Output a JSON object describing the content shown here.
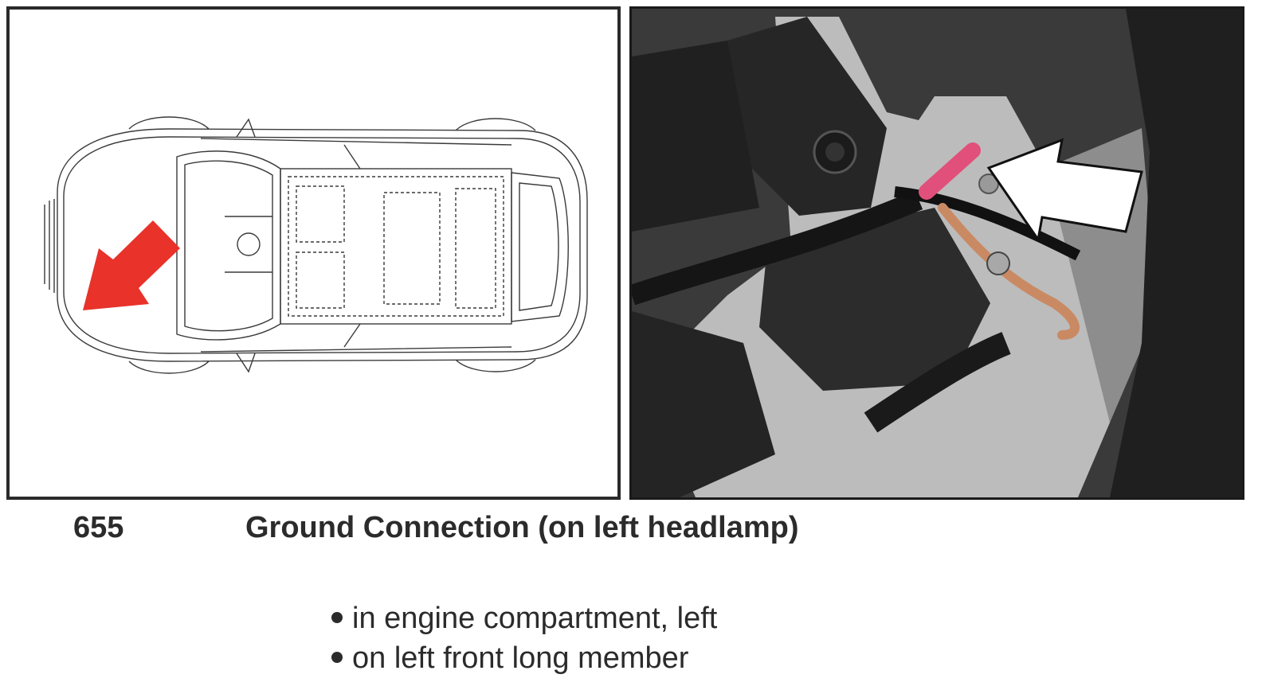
{
  "item": {
    "code": "655",
    "title": "Ground Connection (on left headlamp)"
  },
  "locations": [
    "in engine compartment, left",
    "on left front long member"
  ],
  "colors": {
    "arrow_red": "#e8322a",
    "indicator_arrow": "#ffffff",
    "wire_pink": "#e0507a",
    "wire_copper": "#c98a63"
  },
  "icons": {
    "diagram_arrow": "red-arrow-icon",
    "photo_arrow": "white-arrow-icon",
    "bullet": "bullet-dot-icon"
  }
}
